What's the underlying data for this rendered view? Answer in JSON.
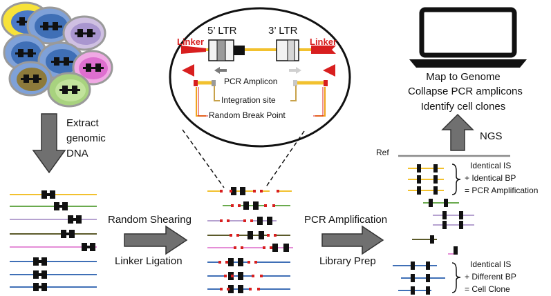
{
  "left": {
    "step_lines": [
      "Extract",
      "genomic",
      "DNA"
    ]
  },
  "middle": {
    "step_top": "Random Shearing",
    "step_bottom": "Linker Ligation",
    "zoom": {
      "ltr5": "5’ LTR",
      "ltr3": "3’ LTR",
      "linker_left": "Linker",
      "linker_right": "Linker",
      "pcr_amplicon": "PCR Amplicon",
      "integration_site": "Integration site",
      "random_break_point": "Random Break Point"
    }
  },
  "right_step": {
    "top": "PCR Amplification",
    "bottom": "Library Prep"
  },
  "computer": {
    "lines": [
      "Map to Genome",
      "Collapse PCR amplicons",
      "Identify cell clones"
    ],
    "ngs": "NGS"
  },
  "results": {
    "ref": "Ref",
    "group1": [
      "Identical IS",
      "+ Identical BP",
      "= PCR Amplification"
    ],
    "group2": [
      "Identical IS",
      "+ Different BP",
      "= Cell Clone"
    ]
  },
  "colors": {
    "yellow": "#f2c12e",
    "green": "#6aaa4e",
    "purple": "#b6a2d0",
    "olive": "#5b5a2a",
    "pink": "#e58ed7",
    "blue": "#3f6fb6",
    "red": "#d81f1f",
    "gray": "#7a7a7a",
    "orange": "#f0a31c"
  }
}
